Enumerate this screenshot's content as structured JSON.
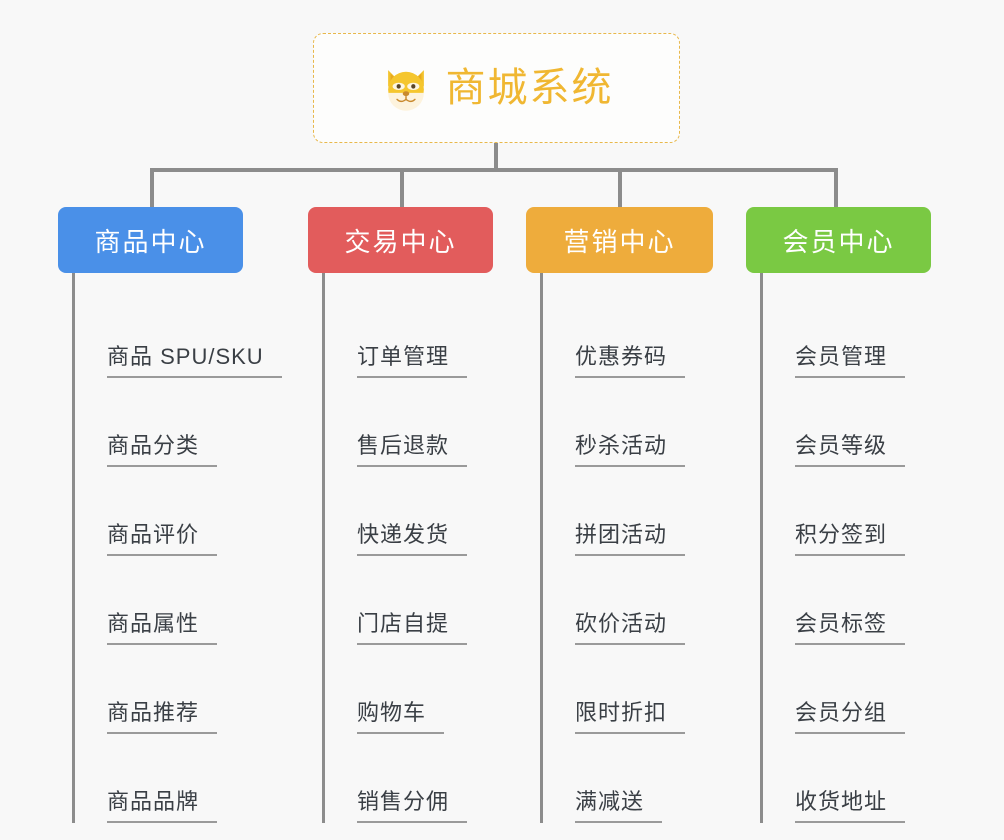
{
  "page": {
    "background": "#f8f8f8",
    "title": "商城系统"
  },
  "root": {
    "label": "商城系统",
    "icon": "dog-face-icon",
    "text_color": "#f0b732",
    "border_color": "#e8b84b"
  },
  "connector": {
    "color": "#8c8c8c"
  },
  "categories": [
    {
      "label": "商品中心",
      "color": "#4a90e8",
      "items": [
        {
          "label": "商品 SPU/SKU"
        },
        {
          "label": "商品分类"
        },
        {
          "label": "商品评价"
        },
        {
          "label": "商品属性"
        },
        {
          "label": "商品推荐"
        },
        {
          "label": "商品品牌"
        }
      ]
    },
    {
      "label": "交易中心",
      "color": "#e25c5c",
      "items": [
        {
          "label": "订单管理"
        },
        {
          "label": "售后退款"
        },
        {
          "label": "快递发货"
        },
        {
          "label": "门店自提"
        },
        {
          "label": "购物车"
        },
        {
          "label": "销售分佣"
        }
      ]
    },
    {
      "label": "营销中心",
      "color": "#eeac3c",
      "items": [
        {
          "label": "优惠券码"
        },
        {
          "label": "秒杀活动"
        },
        {
          "label": "拼团活动"
        },
        {
          "label": "砍价活动"
        },
        {
          "label": "限时折扣"
        },
        {
          "label": "满减送"
        }
      ]
    },
    {
      "label": "会员中心",
      "color": "#7ac943",
      "items": [
        {
          "label": "会员管理"
        },
        {
          "label": "会员等级"
        },
        {
          "label": "积分签到"
        },
        {
          "label": "会员标签"
        },
        {
          "label": "会员分组"
        },
        {
          "label": "收货地址"
        }
      ]
    }
  ]
}
